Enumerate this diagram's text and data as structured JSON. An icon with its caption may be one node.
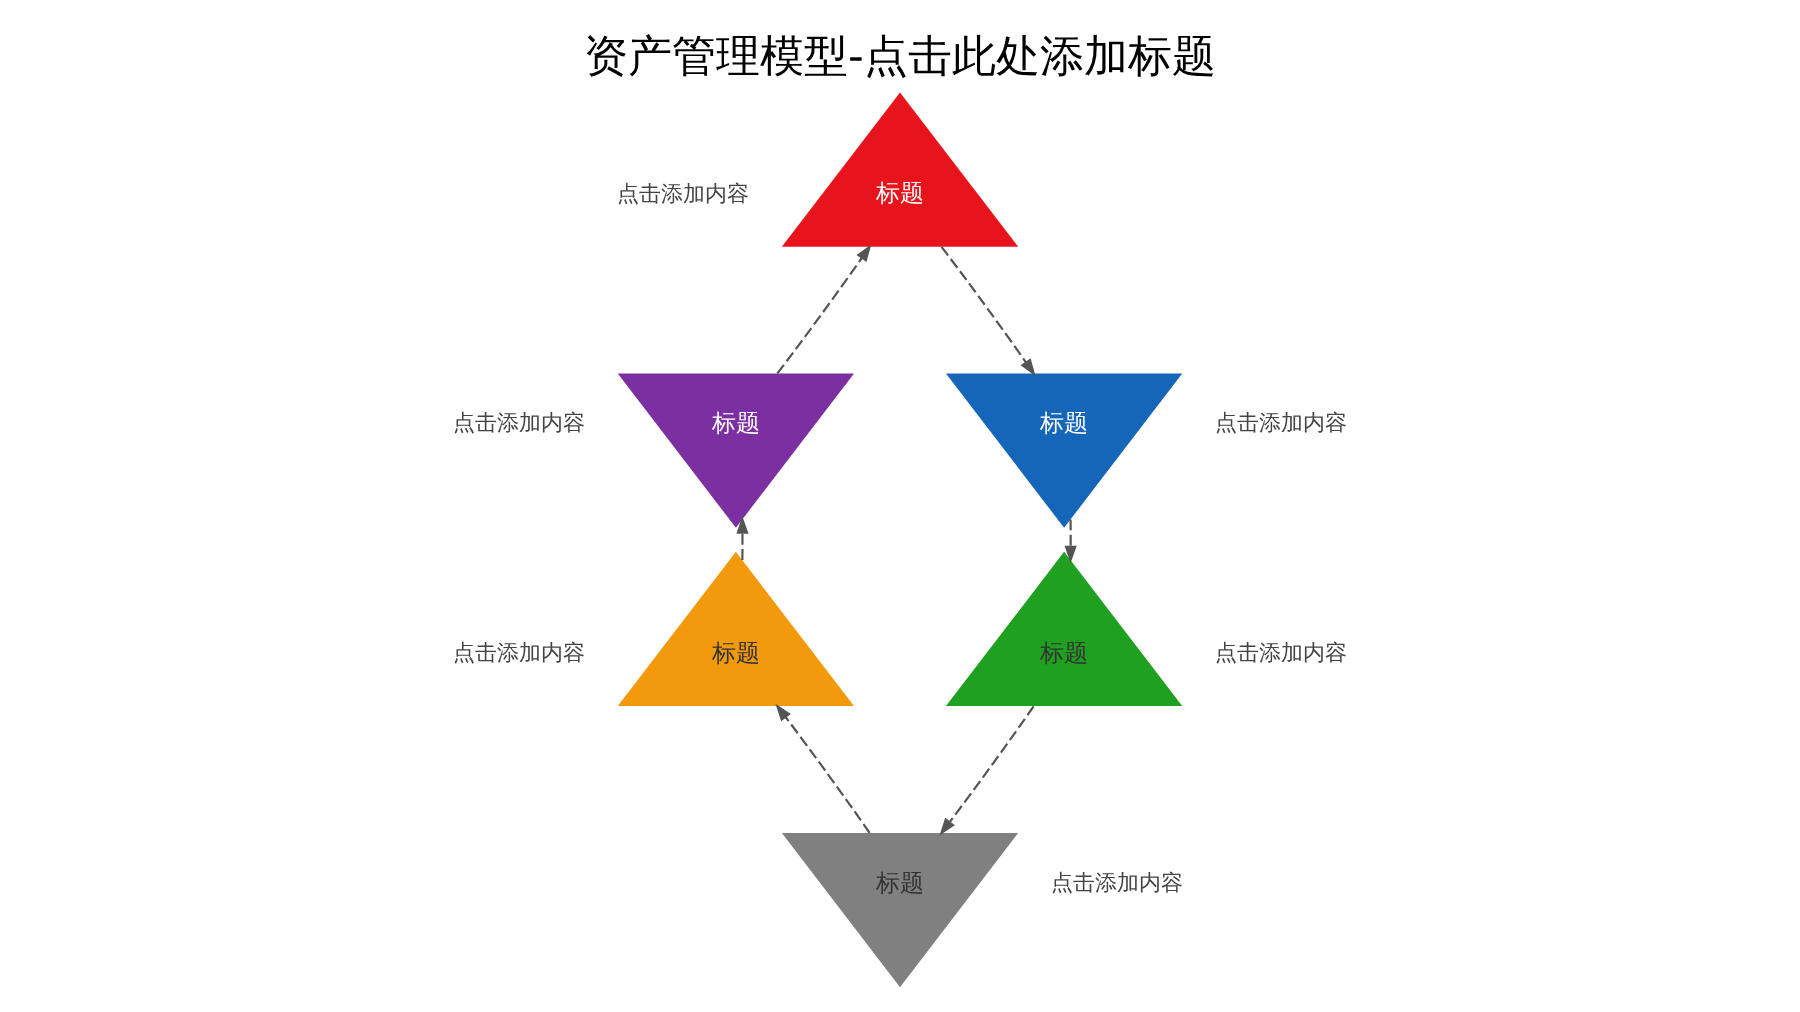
{
  "diagram": {
    "title": "资产管理模型-点击此处添加标题",
    "nodes": [
      {
        "text": [
          "标题"
        ],
        "beside": [
          "点击添加内容"
        ]
      },
      {
        "text": [
          "标题"
        ],
        "beside": [
          "点击添加内容"
        ]
      },
      {
        "text": [
          "标题"
        ],
        "beside": [
          "点击添加内容"
        ]
      },
      {
        "text": [
          "标题"
        ],
        "beside": [
          "点击添加内容"
        ]
      },
      {
        "text": [
          "标题"
        ],
        "beside": [
          "点击添加内容"
        ]
      },
      {
        "text": [
          "标题"
        ],
        "beside": [
          "点击添加内容"
        ]
      }
    ],
    "edges": [
      {
        "from": 0,
        "to": 2,
        "arrow": "to",
        "style": "dashed"
      },
      {
        "from": 2,
        "to": 4,
        "arrow": "to",
        "style": "dashed"
      },
      {
        "from": 4,
        "to": 5,
        "arrow": "to",
        "style": "dashed"
      },
      {
        "from": 5,
        "to": 3,
        "arrow": "to",
        "style": "dashed"
      },
      {
        "from": 3,
        "to": 1,
        "arrow": "to",
        "style": "dashed"
      },
      {
        "from": 1,
        "to": 0,
        "arrow": "to",
        "style": "dashed"
      }
    ]
  }
}
